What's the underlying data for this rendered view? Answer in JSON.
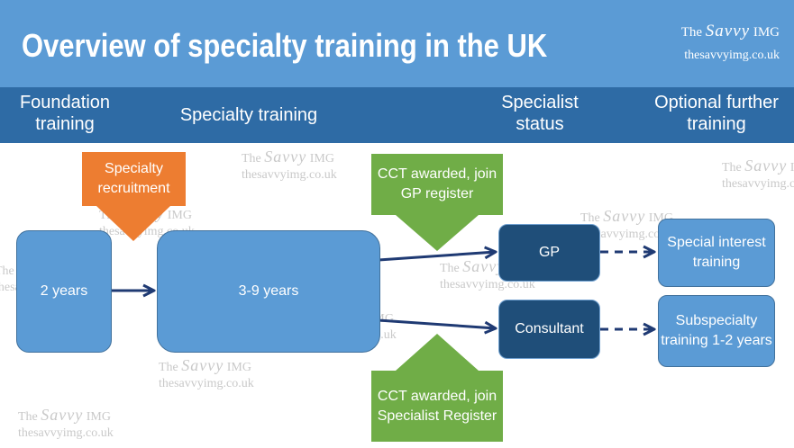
{
  "header": {
    "title": "Overview of specialty training in the UK",
    "brand_pre": "The",
    "brand_savvy": "Savvy",
    "brand_post": "IMG",
    "brand_url": "thesavvyimg.co.uk"
  },
  "phases": {
    "foundation": "Foundation training",
    "specialty": "Specialty training",
    "specialist": "Specialist status",
    "optional": "Optional further training"
  },
  "boxes": {
    "foundation_years": "2 years",
    "specialty_years": "3-9 years",
    "gp": "GP",
    "consultant": "Consultant",
    "special_interest": "Special interest training",
    "subspecialty": "Subspecialty training 1-2 years"
  },
  "callouts": {
    "recruitment": "Specialty recruitment",
    "cct_gp": "CCT awarded, join GP register",
    "cct_specialist": "CCT awarded, join Specialist Register"
  },
  "watermark": {
    "pre": "The",
    "savvy": "Savvy",
    "post": "IMG",
    "url": "thesavvyimg.co.uk"
  },
  "colors": {
    "header": "#5b9bd5",
    "phase_bar": "#2e6ba5",
    "light_box": "#5b9bd5",
    "dark_box": "#1f4e79",
    "recruitment": "#ed7d31",
    "cct": "#70ad47",
    "arrow": "#1f3a73"
  }
}
